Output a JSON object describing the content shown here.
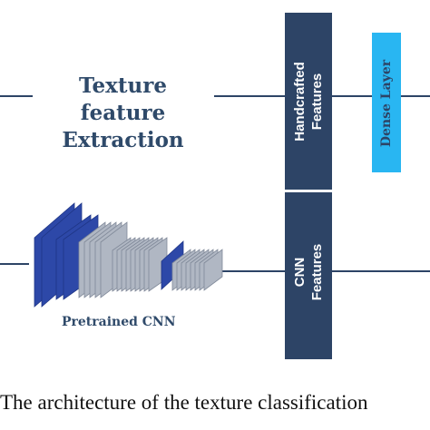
{
  "texture": {
    "line1": "Texture feature",
    "line2": "Extraction"
  },
  "features": {
    "handcrafted_1": "Handcrafted",
    "handcrafted_2": "Features",
    "cnn_1": "CNN",
    "cnn_2": "Features"
  },
  "dense": {
    "label": "Dense Layer"
  },
  "cnn": {
    "label": "Pretrained CNN"
  },
  "caption": {
    "text": "The architecture of the texture classification"
  },
  "colors": {
    "navy": "#2d4466",
    "title": "#2f4a6a",
    "cyan": "#29b6f2",
    "blue": "#2d48a8",
    "gray": "#b0b7c3",
    "line": "#2d4466"
  }
}
